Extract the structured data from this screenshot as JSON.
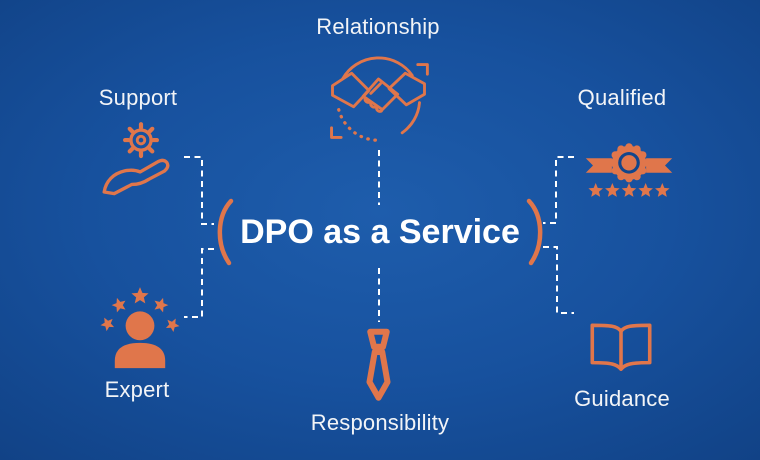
{
  "title": "DPO as a Service",
  "nodes": [
    {
      "id": "relationship",
      "label": "Relationship",
      "icon": "handshake-icon"
    },
    {
      "id": "support",
      "label": "Support",
      "icon": "hand-holding-gear-icon"
    },
    {
      "id": "qualified",
      "label": "Qualified",
      "icon": "medal-ribbon-stars-icon"
    },
    {
      "id": "expert",
      "label": "Expert",
      "icon": "person-with-stars-icon"
    },
    {
      "id": "guidance",
      "label": "Guidance",
      "icon": "open-book-icon"
    },
    {
      "id": "responsibility",
      "label": "Responsibility",
      "icon": "necktie-icon"
    }
  ],
  "colors": {
    "accent": "#E0764B",
    "label_text": "#F2F4F7",
    "title_text": "#FFFFFF",
    "connector": "#FFFFFF",
    "bg_center": "#1E5DAC",
    "bg_edge": "#092753",
    "medal_ring": "#11468C"
  }
}
